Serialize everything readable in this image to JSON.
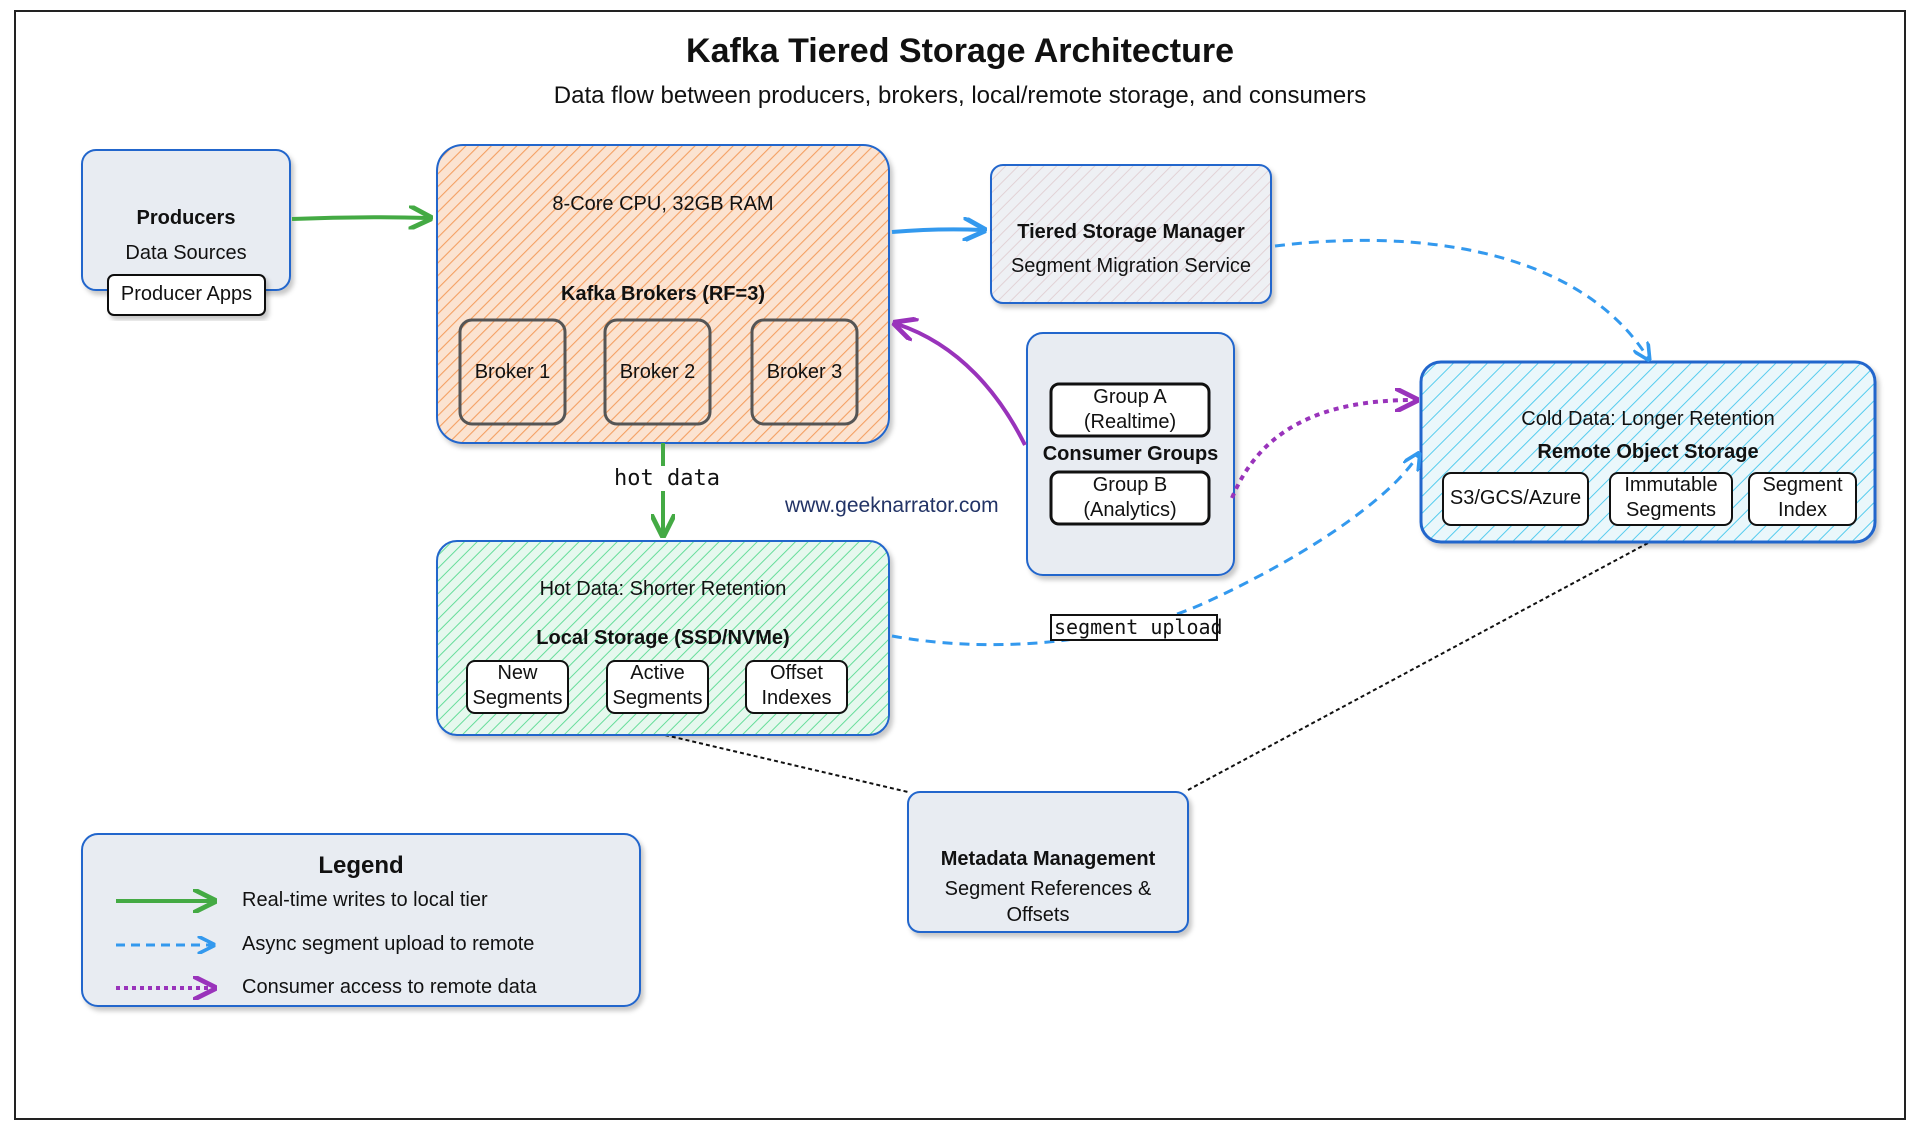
{
  "title": "Kafka Tiered Storage Architecture",
  "subtitle": "Data flow between producers, brokers, local/remote storage, and consumers",
  "producers": {
    "title": "Producers",
    "subtitle": "Data Sources",
    "chip": "Producer Apps"
  },
  "brokers": {
    "spec": "8-Core CPU, 32GB RAM",
    "title": "Kafka Brokers (RF=3)",
    "items": [
      "Broker 1",
      "Broker 2",
      "Broker 3"
    ]
  },
  "tiered_manager": {
    "title": "Tiered Storage Manager",
    "subtitle": "Segment Migration Service"
  },
  "consumer_groups": {
    "title": "Consumer Groups",
    "group_a": [
      "Group A",
      "(Realtime)"
    ],
    "group_b": [
      "Group B",
      "(Analytics)"
    ]
  },
  "remote_storage": {
    "caption": "Cold Data: Longer Retention",
    "title": "Remote Object Storage",
    "items": [
      [
        "S3/GCS/Azure"
      ],
      [
        "Immutable",
        "Segments"
      ],
      [
        "Segment",
        "Index"
      ]
    ]
  },
  "local_storage": {
    "caption": "Hot Data: Shorter Retention",
    "title": "Local Storage (SSD/NVMe)",
    "items": [
      [
        "New",
        "Segments"
      ],
      [
        "Active",
        "Segments"
      ],
      [
        "Offset",
        "Indexes"
      ]
    ]
  },
  "metadata": {
    "title": "Metadata Management",
    "subtitle": [
      "Segment References &",
      "Offsets"
    ]
  },
  "edge_labels": {
    "hot_data": "hot data",
    "segment_upload": "segment upload"
  },
  "watermark": "www.geeknarrator.com",
  "legend": {
    "title": "Legend",
    "items": [
      {
        "label": "Real-time writes to local tier",
        "color": "#44aa44",
        "style": "solid"
      },
      {
        "label": "Async segment upload to remote",
        "color": "#3399ee",
        "style": "dashed"
      },
      {
        "label": "Consumer access to remote data",
        "color": "#9933bb",
        "style": "dotted"
      }
    ]
  },
  "colors": {
    "box_border": "#2266cc",
    "brokers_fill": "#f4a063",
    "local_fill": "#55dd99",
    "remote_fill": "#55ccee",
    "box_fill": "#e8ecf2",
    "write_arrow": "#44aa44",
    "upload_arrow": "#3399ee",
    "consumer_arrow": "#9933bb"
  }
}
